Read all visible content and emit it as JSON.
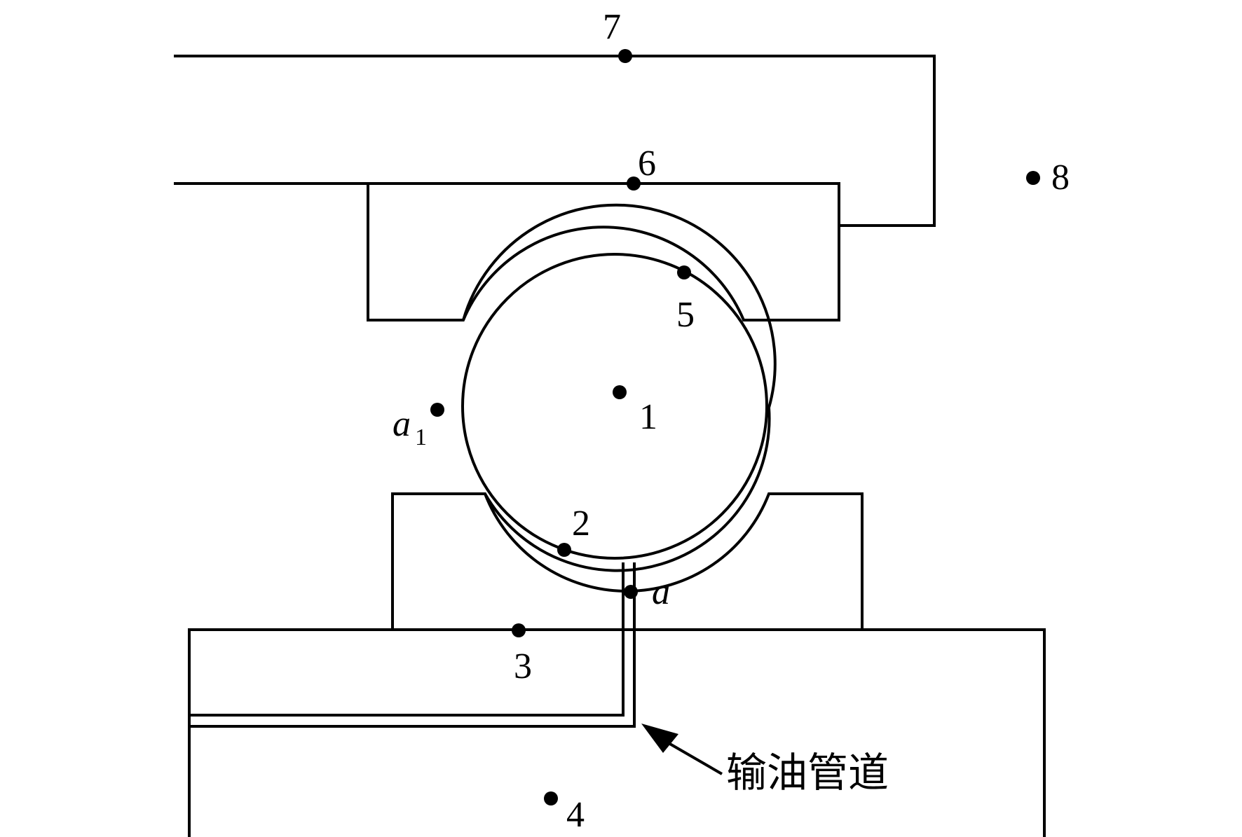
{
  "labels": {
    "p1": "1",
    "p2": "2",
    "p3": "3",
    "p4": "4",
    "p5": "5",
    "p6": "6",
    "p7": "7",
    "p8": "8",
    "a": "a",
    "a1_base": "a",
    "a1_sub": "1",
    "pipe_label": "输油管道"
  }
}
